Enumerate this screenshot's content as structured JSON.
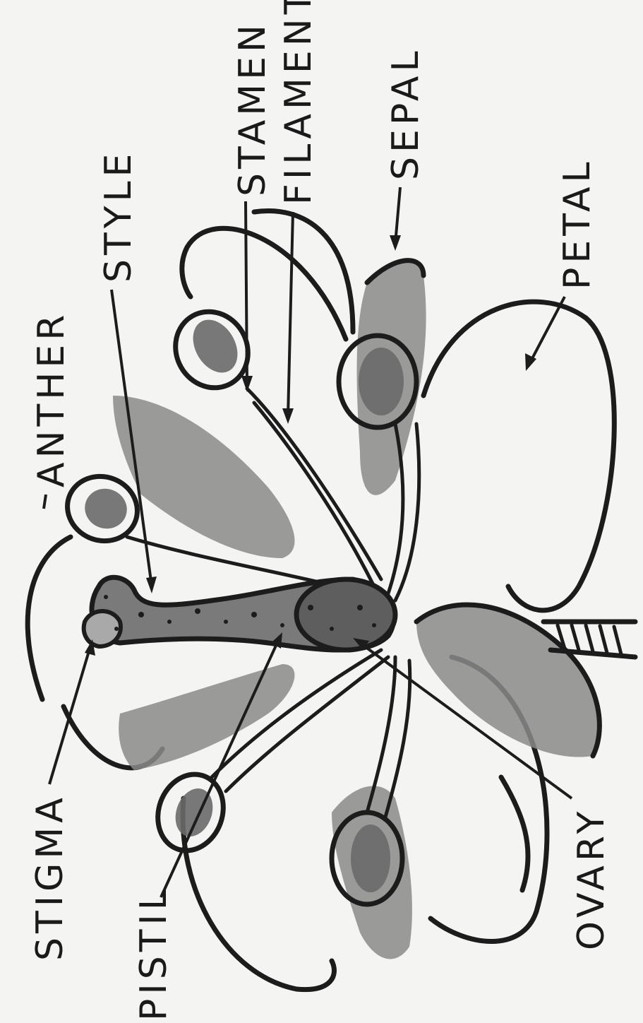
{
  "labels": {
    "anther": "ANTHER",
    "style": "STYLE",
    "stamen": "STAMEN",
    "filament": "FILAMENT",
    "sepal": "SEPAL",
    "petal": "PETAL",
    "stigma": "STIGMA",
    "pistil": "PISTIL",
    "ovary": "OVARY"
  },
  "colors": {
    "paper": "#f4f4f2",
    "ink": "#1c1c1c",
    "wash": "#8a8a8a"
  }
}
